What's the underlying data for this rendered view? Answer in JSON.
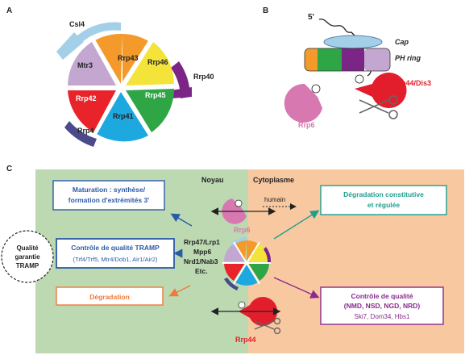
{
  "panels": {
    "a": "A",
    "b": "B",
    "c": "C"
  },
  "colors": {
    "nucleus_bg": "#bcd9b2",
    "cytoplasm_bg": "#f8c8a0",
    "rrp43": "#f39a2a",
    "rrp46": "#f4e43a",
    "rrp45": "#2fa646",
    "rrp41": "#1ea8e0",
    "rrp42": "#e8242a",
    "mtr3": "#c3a7d1",
    "csl4": "#a4cfe8",
    "rrp40": "#7b2687",
    "rrp4": "#4a4a8c",
    "rrp6": "#d878b0",
    "rrp44": "#e21e2d",
    "blue_box": "#2b5aa8",
    "teal": "#1e9e8e",
    "purple": "#8a2a8e",
    "orange": "#f07a3c"
  },
  "panel_a": {
    "subunits": {
      "rrp43": "Rrp43",
      "rrp46": "Rrp46",
      "mtr3": "Mtr3",
      "rrp45": "Rrp45",
      "rrp42": "Rrp42",
      "rrp41": "Rrp41"
    },
    "caps": {
      "csl4": "Csl4",
      "rrp40": "Rrp40",
      "rrp4": "Rrp4"
    }
  },
  "panel_b": {
    "five_prime": "5'",
    "cap": "Cap",
    "ph_ring": "PH ring",
    "rrp44": "Rrp44/Dis3",
    "rrp6": "Rrp6"
  },
  "panel_c": {
    "noyau": "Noyau",
    "cytoplasme": "Cytoplasme",
    "maturation_line1": "Maturation : synthèse/",
    "maturation_line2": "formation d'extrémités 3'",
    "tramp_title": "Contrôle de qualité TRAMP",
    "tramp_sub": "(Trf4/Trf5, Mtr4/Dob1, Air1/Air2)",
    "qualite_line1": "Qualité",
    "qualite_line2": "garantie",
    "qualite_line3": "TRAMP",
    "degradation": "Dégradation",
    "cofactors_line1": "Rrp47/Lrp1",
    "cofactors_line2": "Mpp6",
    "cofactors_line3": "Nrd1/Nab3",
    "cofactors_line4": "Etc.",
    "rrp6": "Rrp6",
    "humain": "humain",
    "rrp44": "Rrp44",
    "deg_const_line1": "Dégradation constitutive",
    "deg_const_line2": "et régulée",
    "cq_cyto_line1": "Contrôle de qualité",
    "cq_cyto_line2": "(NMD, NSD, NGD, NRD)",
    "cq_cyto_line3": "Ski7, Dom34, Hbs1"
  }
}
